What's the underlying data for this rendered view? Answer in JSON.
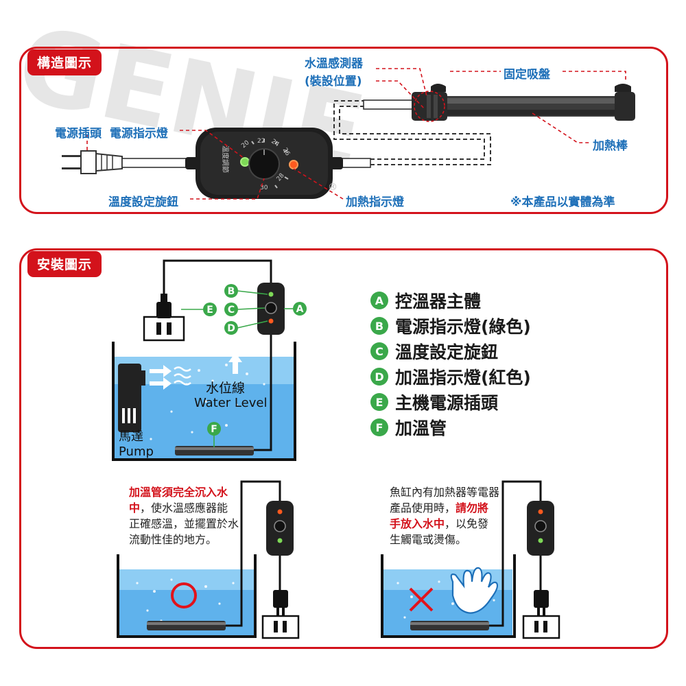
{
  "watermark": "GENIE",
  "colors": {
    "accent_red": "#d3121b",
    "label_blue": "#1d6fb8",
    "badge_green": "#3aa84a",
    "water_blue": "#3a8fd8"
  },
  "structure": {
    "tag": "構造圖示",
    "labels": {
      "sensor": "水溫感測器",
      "sensor_sub": "(裝設位置)",
      "suction": "固定吸盤",
      "plug_and_power_light": "電源插頭  電源指示燈",
      "heater_rod": "加熱棒",
      "knob": "溫度設定旋鈕",
      "heat_light": "加熱指示燈",
      "disclaimer": "※本產品以實體為準"
    },
    "dial": {
      "side_text": "溫度調節",
      "ticks": [
        "20",
        "22",
        "24",
        "26",
        "28",
        "30"
      ]
    },
    "trademark": "®"
  },
  "install": {
    "tag": "安裝圖示",
    "markers": [
      "A",
      "B",
      "C",
      "D",
      "E",
      "F"
    ],
    "water_level": {
      "zh": "水位線",
      "en": "Water Level"
    },
    "pump": {
      "zh": "馬達",
      "en": "Pump"
    },
    "legend": [
      {
        "key": "A",
        "text": "控溫器主體"
      },
      {
        "key": "B",
        "text": "電源指示燈(綠色)"
      },
      {
        "key": "C",
        "text": "溫度設定旋鈕"
      },
      {
        "key": "D",
        "text": "加溫指示燈(紅色)"
      },
      {
        "key": "E",
        "text": "主機電源插頭"
      },
      {
        "key": "F",
        "text": "加溫管"
      }
    ],
    "note_left": {
      "red": "加溫管須完全沉入水中",
      "rest": "，使水溫感應器能正確感溫，並擺置於水流動性佳的地方。"
    },
    "note_right": {
      "line1": "魚缸內有加熱器等電器產品使用時，",
      "red": "請勿將手放入水中",
      "rest": "，以免發生觸電或燙傷。"
    }
  }
}
